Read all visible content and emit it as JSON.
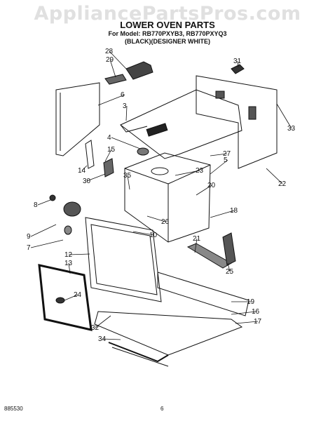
{
  "watermark": "AppliancePartsPros.com",
  "title": "LOWER OVEN PARTS",
  "model_line": "For Model: RB770PXYB3, RB770PXYQ3",
  "color_line": "(BLACK)(DESIGNER WHITE)",
  "footer": {
    "doc_number": "885530",
    "page": "6"
  },
  "callouts": [
    "28",
    "29",
    "31",
    "6",
    "3",
    "33",
    "4",
    "15",
    "27",
    "5",
    "14",
    "23",
    "30",
    "35",
    "20",
    "22",
    "8",
    "18",
    "26",
    "9",
    "10",
    "7",
    "21",
    "12",
    "13",
    "25",
    "24",
    "19",
    "16",
    "32",
    "17",
    "34"
  ]
}
